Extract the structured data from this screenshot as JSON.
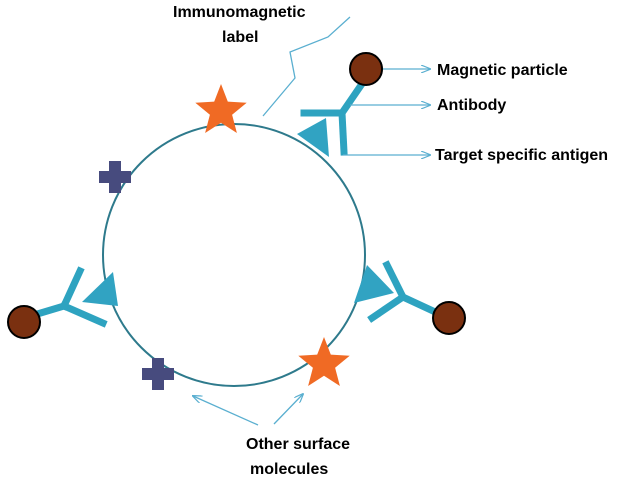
{
  "labels": {
    "immunomagnetic_line1": "Immunomagnetic",
    "immunomagnetic_line2": "label",
    "magnetic_particle": "Magnetic particle",
    "antibody": "Antibody",
    "target_antigen": "Target specific antigen",
    "other_surface_line1": "Other surface",
    "other_surface_line2": "molecules"
  },
  "colors": {
    "cell_outline": "#2E7A8C",
    "antibody": "#2EA3C0",
    "antigen": "#31A3C2",
    "magnetic_particle": "#7A3010",
    "star": "#F06A24",
    "cross": "#474B7E",
    "arrow": "#5AAFD0"
  },
  "icons": [
    "star-icon",
    "cross-icon",
    "antigen-triangle-icon",
    "antibody-icon",
    "magnetic-particle-icon"
  ]
}
